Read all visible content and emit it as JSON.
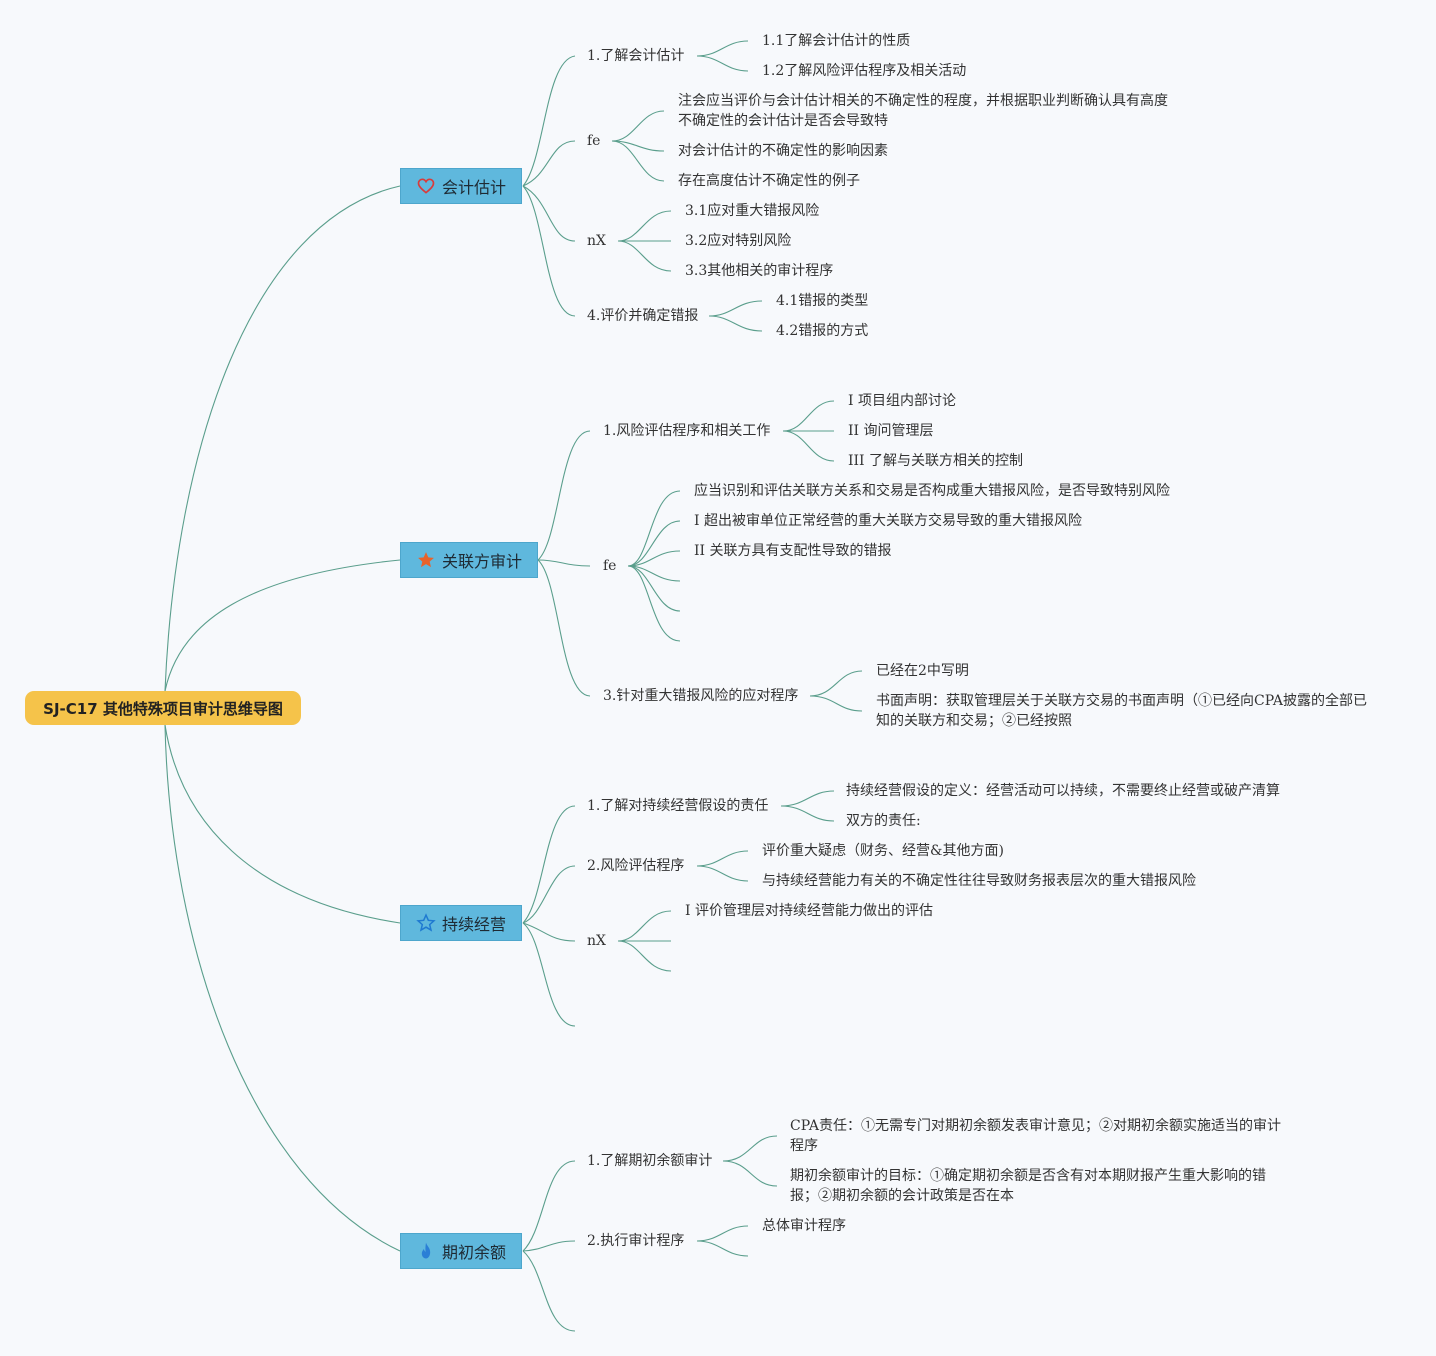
{
  "root": "SJ-C17 其他特殊项目审计思维导图",
  "branches": [
    {
      "label": "会计估计",
      "icon": "heart-icon",
      "subs": [
        {
          "label": "1.了解会计估计",
          "items": [
            "1.1了解会计估计的性质",
            "1.2了解风险评估程序及相关活动"
          ]
        },
        {
          "label": "fe",
          "items": [
            "注会应当评价与会计估计相关的不确定性的程度，并根据职业判断确认具有高度不确定性的会计估计是否会导致特",
            "对会计估计的不确定性的影响因素",
            "存在高度估计不确定性的例子"
          ]
        },
        {
          "label": "nX",
          "items": [
            "3.1应对重大错报风险",
            "3.2应对特别风险",
            "3.3其他相关的审计程序"
          ]
        },
        {
          "label": "4.评价并确定错报",
          "items": [
            "4.1错报的类型",
            "4.2错报的方式"
          ]
        }
      ]
    },
    {
      "label": "关联方审计",
      "icon": "star-filled-icon",
      "subs": [
        {
          "label": "1.风险评估程序和相关工作",
          "items": [
            "I 项目组内部讨论",
            "II 询问管理层",
            "III 了解与关联方相关的控制"
          ]
        },
        {
          "label": "fe",
          "items": [
            "应当识别和评估关联方关系和交易是否构成重大错报风险，是否导致特别风险",
            "I 超出被审单位正常经营的重大关联方交易导致的重大错报风险",
            "II 关联方具有支配性导致的错报"
          ]
        },
        {
          "label": "3.针对重大错报风险的应对程序",
          "items": [
            "已经在2中写明",
            "书面声明：获取管理层关于关联方交易的书面声明（①已经向CPA披露的全部已知的关联方和交易；②已经按照"
          ]
        }
      ]
    },
    {
      "label": "持续经营",
      "icon": "star-outline-icon",
      "subs": [
        {
          "label": "1.了解对持续经营假设的责任",
          "items": [
            "持续经营假设的定义：经营活动可以持续，不需要终止经营或破产清算",
            "双方的责任:"
          ]
        },
        {
          "label": "2.风险评估程序",
          "items": [
            "评价重大疑虑（财务、经营&其他方面)",
            "与持续经营能力有关的不确定性往往导致财务报表层次的重大错报风险"
          ]
        },
        {
          "label": "nX",
          "items": [
            "I 评价管理层对持续经营能力做出的评估"
          ]
        }
      ]
    },
    {
      "label": "期初余额",
      "icon": "flame-icon",
      "subs": [
        {
          "label": "1.了解期初余额审计",
          "items": [
            "CPA责任：①无需专门对期初余额发表审计意见；②对期初余额实施适当的审计程序",
            "期初余额审计的目标：①确定期初余额是否含有对本期财报产生重大影响的错报；②期初余额的会计政策是否在本"
          ]
        },
        {
          "label": "2.执行审计程序",
          "items": [
            "总体审计程序"
          ]
        }
      ]
    }
  ],
  "colors": {
    "line": "#5a9e8c",
    "branch_fill": "#5fb8dd",
    "root_fill": "#f5c34a",
    "heart": "#d93b3b",
    "star": "#e8632b",
    "star_outline": "#1f7ad1",
    "flame": "#2b7fd6"
  }
}
